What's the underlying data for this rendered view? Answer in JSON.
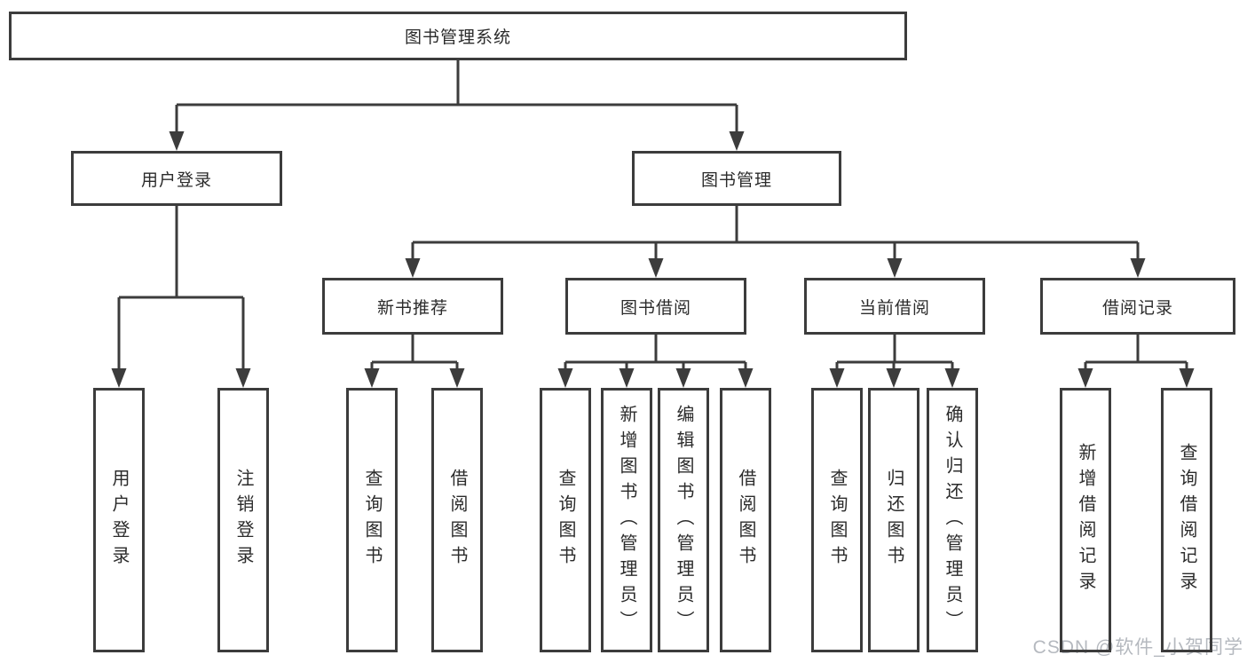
{
  "tree": {
    "root": {
      "label": "图书管理系统"
    },
    "branches": [
      {
        "label": "用户登录",
        "children": [
          {
            "label": "用户登录"
          },
          {
            "label": "注销登录"
          }
        ]
      },
      {
        "label": "图书管理",
        "sections": [
          {
            "label": "新书推荐",
            "children": [
              {
                "label": "查询图书"
              },
              {
                "label": "借阅图书"
              }
            ]
          },
          {
            "label": "图书借阅",
            "children": [
              {
                "label": "查询图书"
              },
              {
                "label": "新增图书（管理员）"
              },
              {
                "label": "编辑图书（管理员）"
              },
              {
                "label": "借阅图书"
              }
            ]
          },
          {
            "label": "当前借阅",
            "children": [
              {
                "label": "查询图书"
              },
              {
                "label": "归还图书"
              },
              {
                "label": "确认归还（管理员）"
              }
            ]
          },
          {
            "label": "借阅记录",
            "children": [
              {
                "label": "新增借阅记录"
              },
              {
                "label": "查询借阅记录"
              }
            ]
          }
        ]
      }
    ]
  },
  "watermark": {
    "text": "CSDN @软件_小贺同学"
  },
  "colors": {
    "line": "#3c3c3c",
    "text": "#2b2b2b",
    "background": "#ffffff",
    "watermark": "#b5b9bf"
  }
}
